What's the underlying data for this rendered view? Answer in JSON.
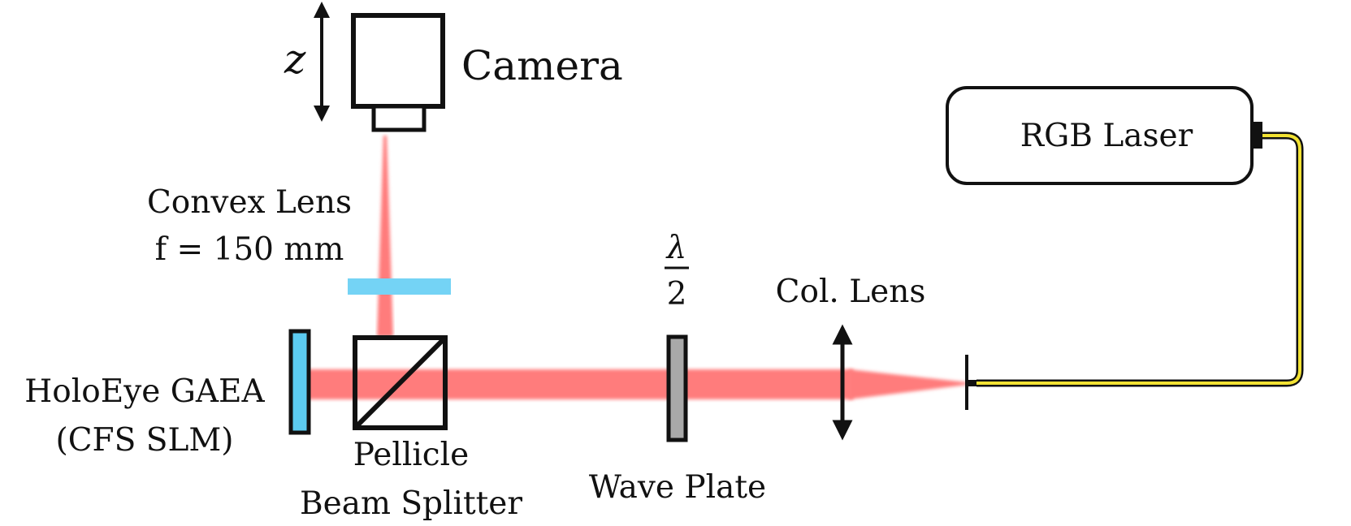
{
  "labels": {
    "camera": "Camera",
    "z_axis": "z",
    "convex_lens_line1": "Convex Lens",
    "convex_lens_line2": "f = 150 mm",
    "lambda": "λ",
    "two": "2",
    "col_lens": "Col. Lens",
    "rgb_laser": "RGB Laser",
    "holoeye_line1": "HoloEye GAEA",
    "holoeye_line2": "(CFS SLM)",
    "pellicle_line1": "Pellicle",
    "pellicle_line2": "Beam Splitter",
    "wave_plate": "Wave Plate"
  },
  "colors": {
    "beam": "#ff7b7b",
    "slm": "#5ccbf0",
    "convex_lens": "#74d3f5",
    "wave_plate": "#a9a9a9",
    "fiber": "#f2e233",
    "outline": "#111111"
  },
  "icons": {
    "camera": "camera-icon",
    "beam_splitter": "beam-splitter-cube-icon",
    "lens": "double-arrow-lens-icon",
    "translation": "double-arrow-vertical-icon"
  }
}
